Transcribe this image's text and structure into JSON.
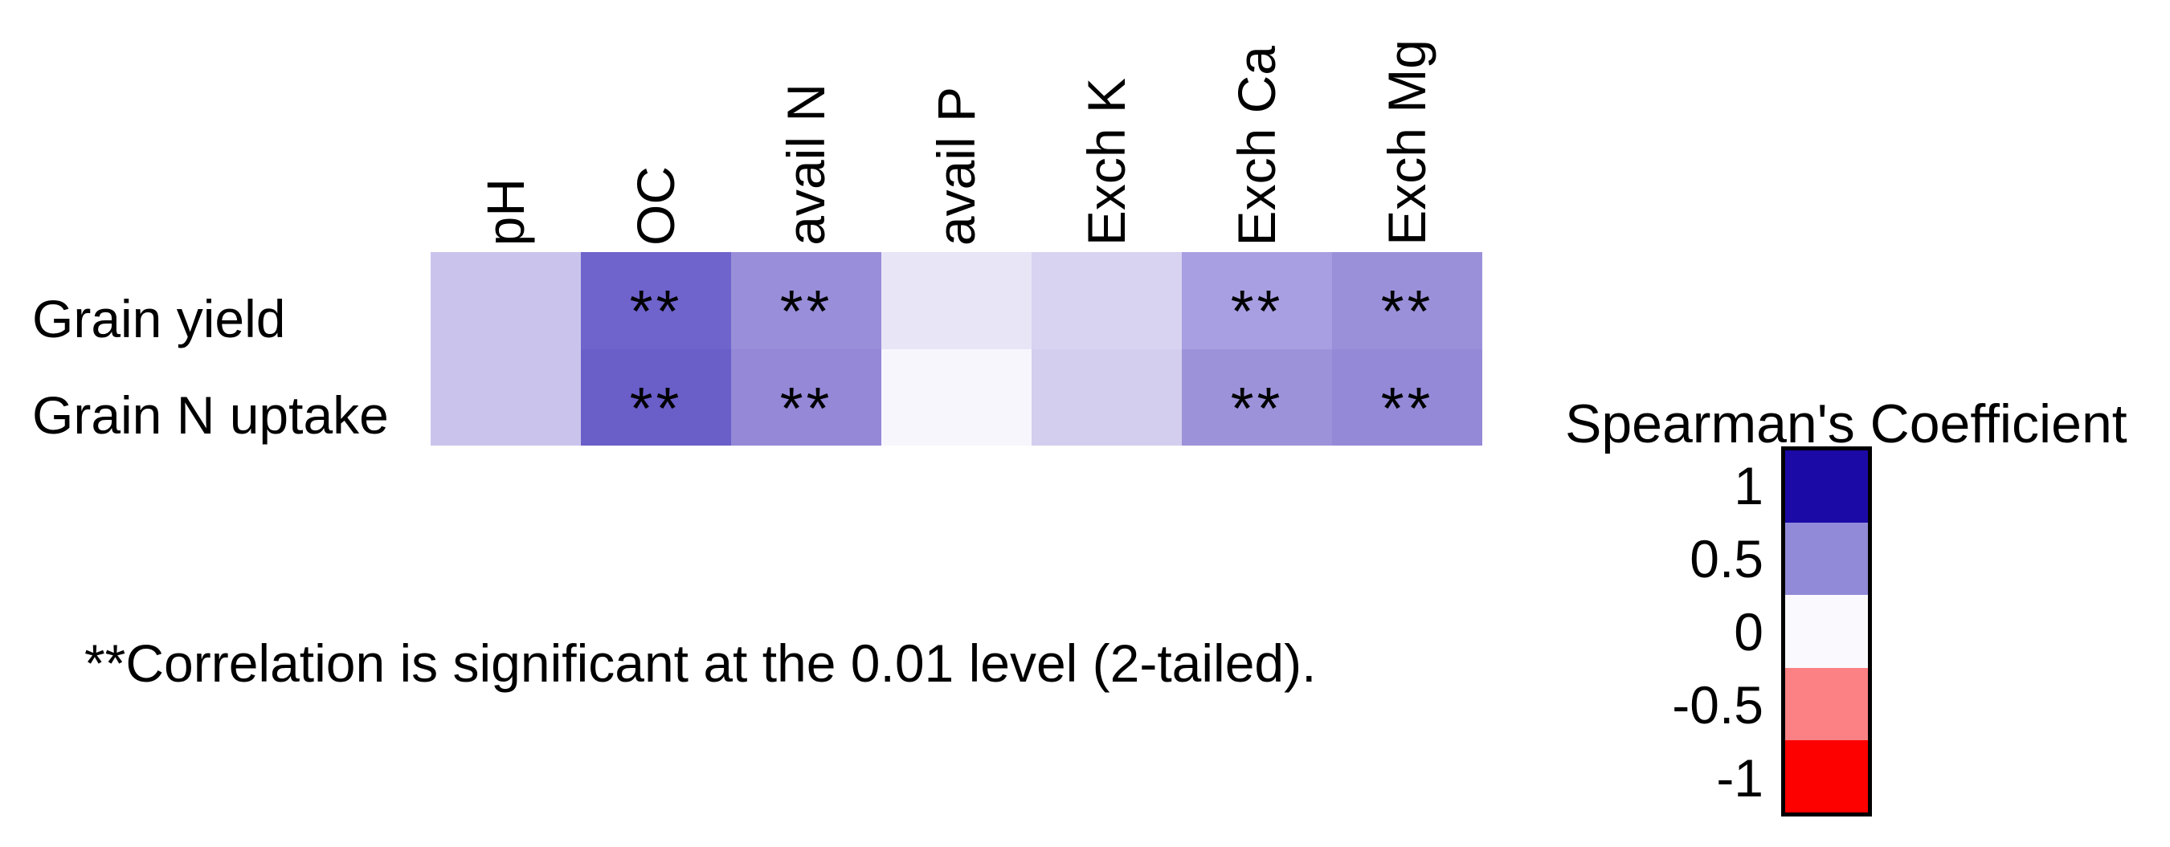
{
  "chart_data": {
    "type": "heatmap",
    "rows": [
      "Grain yield",
      "Grain N uptake"
    ],
    "columns": [
      "pH",
      "OC",
      "avail N",
      "avail P",
      "Exch K",
      "Exch Ca",
      "Exch Mg"
    ],
    "values": [
      [
        0.22,
        0.63,
        0.44,
        0.09,
        0.16,
        0.38,
        0.43
      ],
      [
        0.22,
        0.65,
        0.46,
        0.02,
        0.18,
        0.43,
        0.46
      ]
    ],
    "significant": [
      [
        false,
        true,
        true,
        false,
        false,
        true,
        true
      ],
      [
        false,
        true,
        true,
        false,
        false,
        true,
        true
      ]
    ],
    "cell_colors": [
      [
        "#cac4ec",
        "#6f63cc",
        "#998ed9",
        "#e7e5f6",
        "#d7d3f1",
        "#a89fe2",
        "#9a90da"
      ],
      [
        "#cac4ec",
        "#6a5ec9",
        "#9488d7",
        "#f7f6fd",
        "#d3ceee",
        "#9c92da",
        "#9489d7"
      ]
    ],
    "colorbar": {
      "title": "Spearman's Coefficient",
      "tick_labels": [
        "1",
        "0.5",
        "0",
        "-0.5",
        "-1"
      ],
      "ticks": [
        1,
        0.5,
        0,
        -0.5,
        -1
      ],
      "range": [
        -1,
        1
      ],
      "colors": [
        "#1c0aa6",
        "#918ad8",
        "#faf9fe",
        "#fb8184",
        "#fd0000"
      ],
      "position": "right"
    },
    "annotations": {
      "significance_marker": "**",
      "footnote": "**Correlation is significant at the 0.01 level (2-tailed)."
    },
    "layout": {
      "grid": false,
      "cell_text": "none",
      "background": "#ffffff"
    }
  }
}
